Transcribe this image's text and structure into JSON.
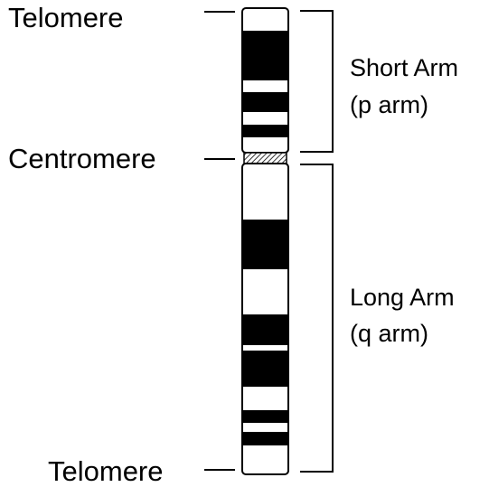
{
  "labels": {
    "telomere_top": "Telomere",
    "centromere": "Centromere",
    "telomere_bottom": "Telomere",
    "short_arm_line1": "Short Arm",
    "short_arm_line2": "(p arm)",
    "long_arm_line1": "Long Arm",
    "long_arm_line2": "(q arm)"
  },
  "colors": {
    "band_dark": "#000000",
    "band_light": "#ffffff",
    "outline": "#000000"
  }
}
